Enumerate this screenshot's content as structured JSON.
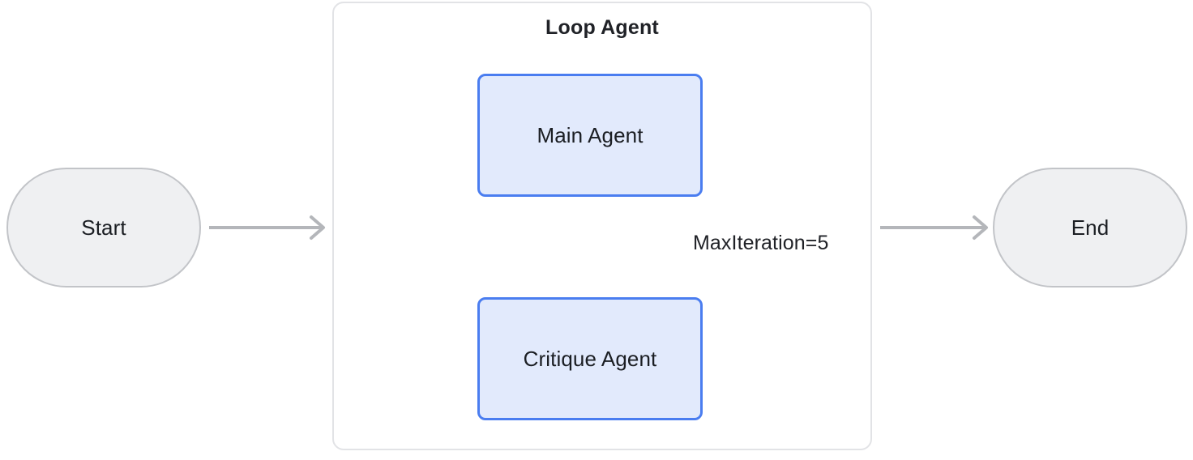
{
  "diagram": {
    "title": "Loop Agent",
    "background_color": "#ffffff",
    "nodes": {
      "start": {
        "label": "Start",
        "shape": "stadium",
        "fill": "#eff0f2",
        "stroke": "#c2c4c8"
      },
      "end": {
        "label": "End",
        "shape": "stadium",
        "fill": "#eff0f2",
        "stroke": "#c2c4c8"
      },
      "main_agent": {
        "label": "Main Agent",
        "shape": "rounded-rect",
        "fill": "#e2eafc",
        "stroke": "#4a7df0"
      },
      "critique_agent": {
        "label": "Critique Agent",
        "shape": "rounded-rect",
        "fill": "#e2eafc",
        "stroke": "#4a7df0"
      }
    },
    "container": {
      "label": "Loop Agent",
      "stroke": "#e2e3e6",
      "fill": "#ffffff"
    },
    "edges": [
      {
        "id": "start-to-loop",
        "from": "Start",
        "to": "Loop Agent",
        "label": "",
        "color": "#b4b6ba",
        "arrow": true
      },
      {
        "id": "main-to-critique",
        "from": "Main Agent",
        "to": "Critique Agent",
        "label": "",
        "color": "#b4b6ba",
        "arrow": true
      },
      {
        "id": "critique-to-main",
        "from": "Critique Agent",
        "to": "Main Agent",
        "label": "MaxIteration=5",
        "color": "#b4b6ba",
        "arrow": true
      },
      {
        "id": "loop-to-end",
        "from": "Loop Agent",
        "to": "End",
        "label": "",
        "color": "#b4b6ba",
        "arrow": true
      }
    ],
    "loop_label": "MaxIteration=5",
    "edge_color": "#b4b6ba"
  }
}
